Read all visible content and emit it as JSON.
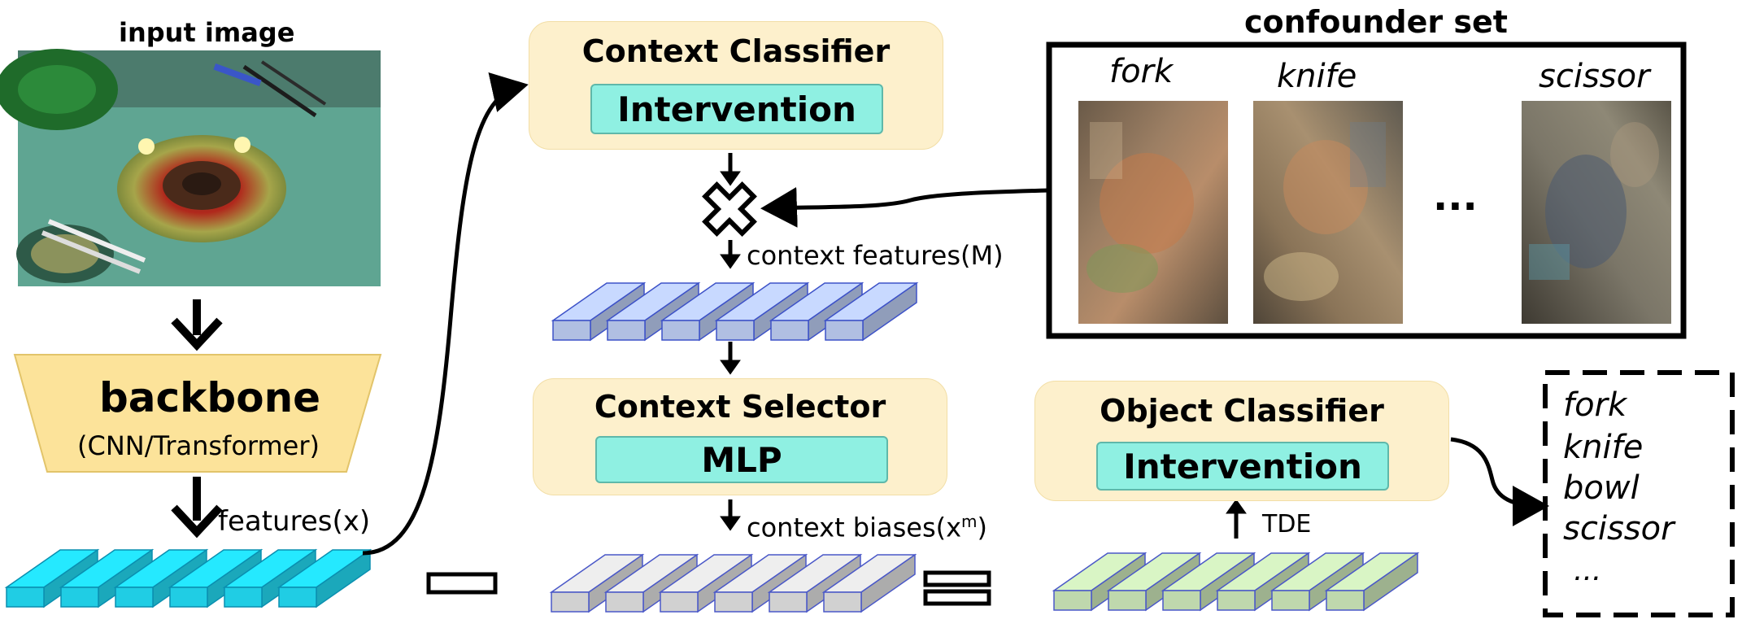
{
  "input": {
    "title": "input image"
  },
  "backbone": {
    "title": "backbone",
    "subtitle": "(CNN/Transformer)"
  },
  "labels": {
    "features": "features(x)",
    "context_features": "context features(M)",
    "context_biases": "context biases(x",
    "context_biases_sup": "m",
    "context_biases_close": ")",
    "tde": "TDE"
  },
  "context_classifier": {
    "title": "Context Classifier",
    "inner": "Intervention"
  },
  "context_selector": {
    "title": "Context Selector",
    "inner": "MLP"
  },
  "object_classifier": {
    "title": "Object Classifier",
    "inner": "Intervention"
  },
  "confounder": {
    "title": "confounder set",
    "items": [
      "fork",
      "knife",
      "scissor"
    ],
    "ellipsis": "..."
  },
  "outputs": {
    "items": [
      "fork",
      "knife",
      "bowl",
      "scissor"
    ],
    "ellipsis": "..."
  },
  "colors": {
    "backbone": "#fce39a",
    "panel": "#fdf0cc",
    "inner": "#8ff0e2",
    "feat_cyan": "#22d8f0",
    "feat_blue": "#b9c9ee",
    "feat_grey": "#dcdcdc",
    "feat_green": "#c9e3b6"
  }
}
